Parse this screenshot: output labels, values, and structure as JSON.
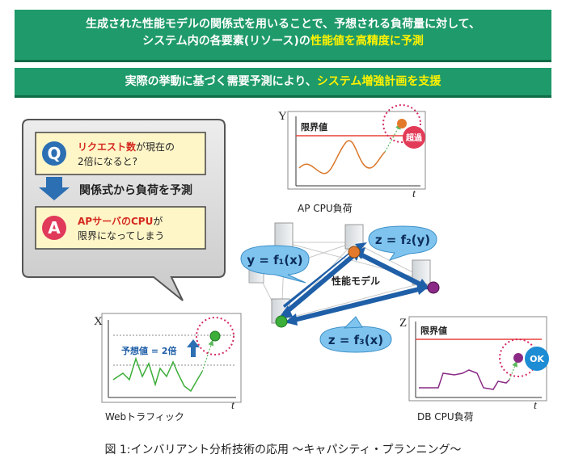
{
  "banner1": {
    "line1": "生成された性能モデルの関係式を用いることで、予想される負荷量に対して、",
    "line2_pre": "システム内の各要素(リソース)の",
    "line2_hl": "性能値を高精度に予測"
  },
  "banner2": {
    "pre": "実際の挙動に基づく需要予測により、",
    "hl": "システム増強計画を支援"
  },
  "qa": {
    "q_badge": "Q",
    "q_line1_red": "リクエスト数",
    "q_line1_rest": "が現在の",
    "q_line2": "2倍になると?",
    "arrow_text": "関係式から負荷を予測",
    "a_badge": "A",
    "a_line1_red": "APサーバのCPU",
    "a_line1_rest": "が",
    "a_line2": "限界になってしまう"
  },
  "charts": {
    "ap": {
      "axis_y": "Y",
      "axis_t": "t",
      "limit_label": "限界値",
      "badge": "超過",
      "caption": "AP CPU負荷"
    },
    "web": {
      "axis_y": "X",
      "axis_t": "t",
      "forecast_label": "予想値 = 2倍",
      "caption": "Webトラフィック"
    },
    "db": {
      "axis_y": "Z",
      "axis_t": "t",
      "limit_label": "限界値",
      "badge": "OK",
      "caption": "DB CPU負荷"
    }
  },
  "model": {
    "label": "性能モデル",
    "f1": "y = f₁(x)",
    "f2": "z = f₂(y)",
    "f3": "z = f₃(x)"
  },
  "caption": "図 1:インバリアント分析技術の応用 〜キャパシティ・プランニング〜",
  "colors": {
    "banner": "#1f9a6a",
    "highlight": "#fff200",
    "limit_line": "#e8423c",
    "ap_series": "#d9772a",
    "web_series": "#3cae3a",
    "db_series": "#8a2a86",
    "arrow_blue": "#1f5fa8",
    "badge_red": "#e23b58",
    "badge_blue": "#1c8cd4"
  }
}
